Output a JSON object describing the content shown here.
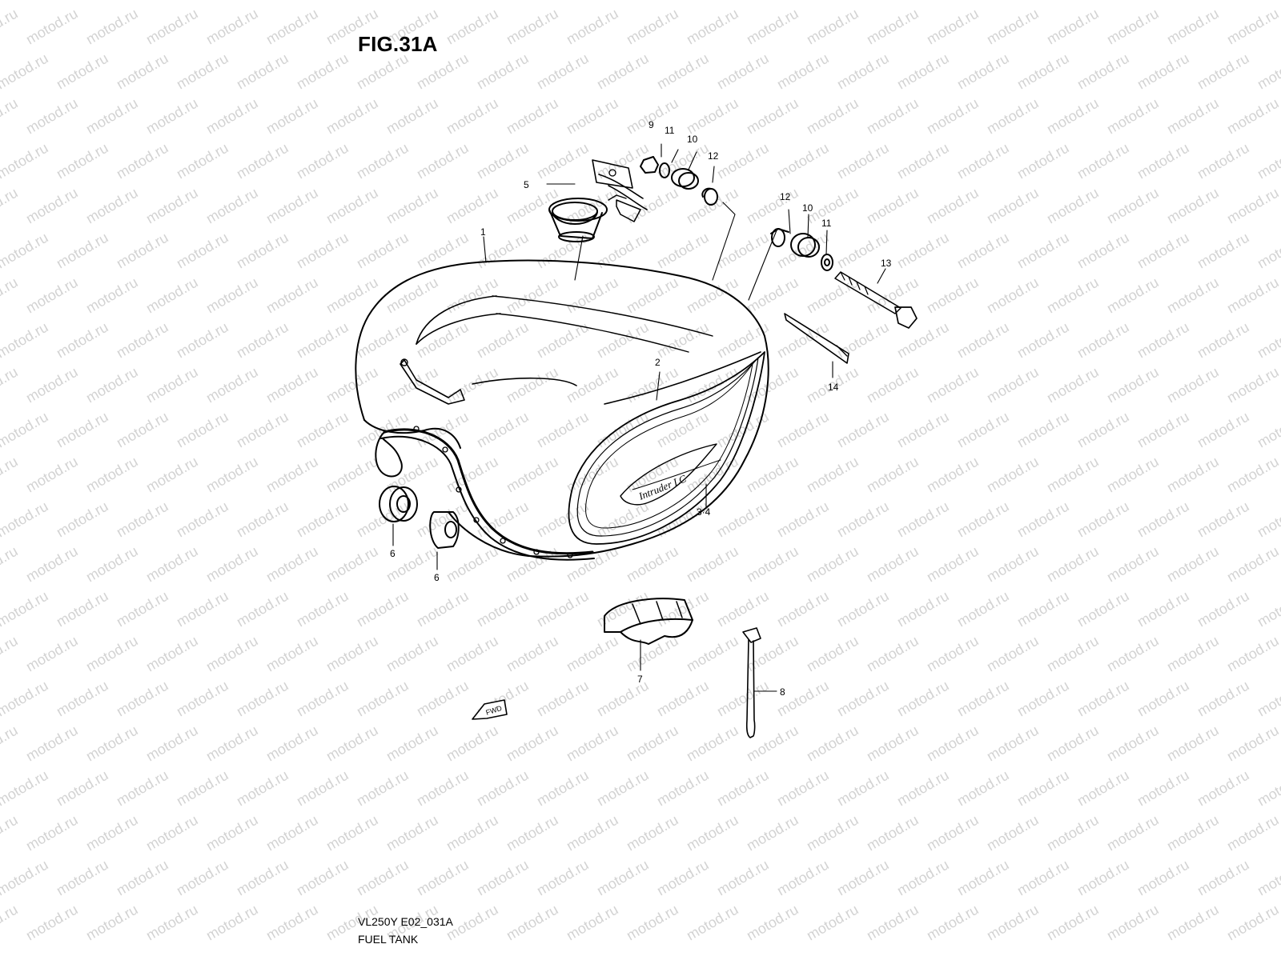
{
  "figure": {
    "title": "FIG.31A",
    "code": "VL250Y E02_031A",
    "caption": "FUEL TANK",
    "watermark": "motod.ru",
    "fwd_text": "FWD"
  },
  "callouts": [
    {
      "id": "c1",
      "text": "1"
    },
    {
      "id": "c2",
      "text": "2"
    },
    {
      "id": "c34",
      "text": "3·4"
    },
    {
      "id": "c5",
      "text": "5"
    },
    {
      "id": "c6a",
      "text": "6"
    },
    {
      "id": "c6b",
      "text": "6"
    },
    {
      "id": "c7",
      "text": "7"
    },
    {
      "id": "c8",
      "text": "8"
    },
    {
      "id": "c9",
      "text": "9"
    },
    {
      "id": "c11a",
      "text": "11"
    },
    {
      "id": "c10a",
      "text": "10"
    },
    {
      "id": "c12a",
      "text": "12"
    },
    {
      "id": "c12b",
      "text": "12"
    },
    {
      "id": "c10b",
      "text": "10"
    },
    {
      "id": "c11b",
      "text": "11"
    },
    {
      "id": "c13",
      "text": "13"
    },
    {
      "id": "c14",
      "text": "14"
    }
  ],
  "colors": {
    "line": "#000000",
    "watermark": "#d3d3d3",
    "background": "#ffffff"
  }
}
